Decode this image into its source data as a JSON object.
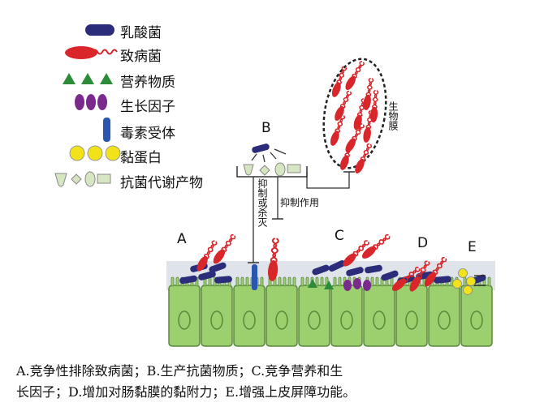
{
  "legend": [
    {
      "icon": "lactobacillus-icon",
      "label": "乳酸菌"
    },
    {
      "icon": "pathogen-icon",
      "label": "致病菌"
    },
    {
      "icon": "nutrient-icon",
      "label": "营养物质"
    },
    {
      "icon": "growth-factor-icon",
      "label": "生长因子"
    },
    {
      "icon": "toxin-receptor-icon",
      "label": "毒素受体"
    },
    {
      "icon": "mucin-icon",
      "label": "黏蛋白"
    },
    {
      "icon": "antibacterial-metabolite-icon",
      "label": "抗菌代谢产物"
    }
  ],
  "labels": {
    "a": "A",
    "b": "B",
    "c": "C",
    "d": "D",
    "e": "E",
    "inhibit_or_kill": "抑制或杀灭",
    "inhibition": "抑制作用",
    "biofilm": "生物膜"
  },
  "caption": {
    "line1": "A.竞争性排除致病菌；B.生产抗菌物质；C.竞争营养和生",
    "line2": "长因子；D.增加对肠黏膜的黏附力；E.增强上皮屏障功能。"
  },
  "colors": {
    "lactobacillus": "#2b2d7a",
    "pathogen": "#d8262a",
    "nutrient": "#2e8b3a",
    "growth_factor": "#7a2a8c",
    "toxin_receptor": "#2a55b0",
    "mucin": "#f2e21a",
    "metabolite": "#d6e6c2",
    "epithelium": "#9ccf6e",
    "mucus_layer": "#dfe4ea"
  }
}
